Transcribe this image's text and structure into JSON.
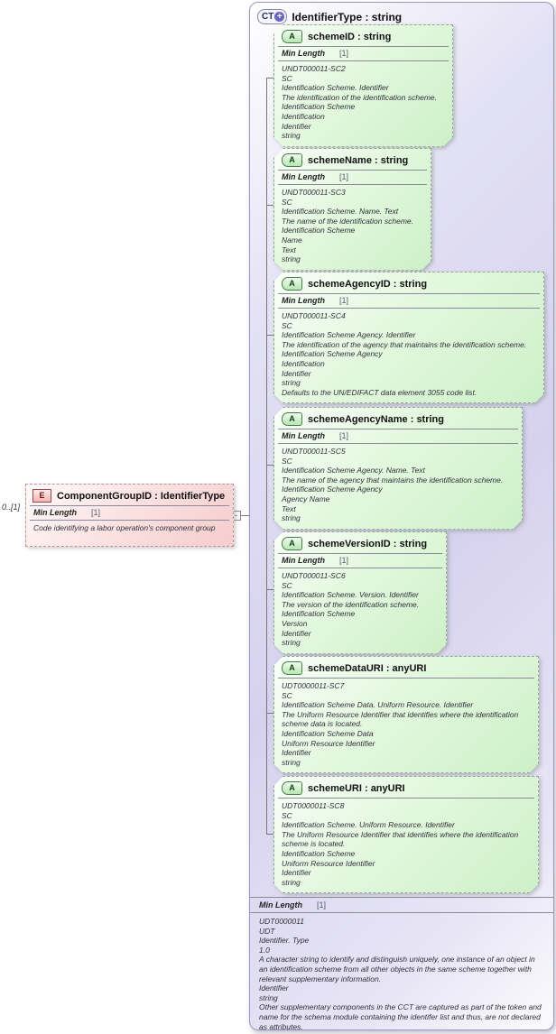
{
  "element": {
    "badge": "E",
    "title": "ComponentGroupID : IdentifierType",
    "cardinality": "0..[1]",
    "facet_name": "Min Length",
    "facet_value": "[1]",
    "annotation": [
      "Code identifying a labor operation's component group"
    ]
  },
  "connector": {
    "toggle": "-"
  },
  "complex_type": {
    "badge": "CT",
    "badge_plus": "+",
    "title": "IdentifierType : string",
    "attribute_badge": "A",
    "attributes": [
      {
        "title": "schemeID : string",
        "facet_name": "Min Length",
        "facet_value": "[1]",
        "annotation": [
          "UNDT000011-SC2",
          "SC",
          "Identification Scheme. Identifier",
          "The identification of the identification scheme.",
          "Identification Scheme",
          "Identification",
          "Identifier",
          "string"
        ]
      },
      {
        "title": "schemeName : string",
        "facet_name": "Min Length",
        "facet_value": "[1]",
        "annotation": [
          "UNDT000011-SC3",
          "SC",
          "Identification Scheme. Name. Text",
          "The name of the identification scheme.",
          "Identification Scheme",
          "Name",
          "Text",
          "string"
        ]
      },
      {
        "title": "schemeAgencyID : string",
        "facet_name": "Min Length",
        "facet_value": "[1]",
        "annotation": [
          "UNDT000011-SC4",
          "SC",
          "Identification Scheme Agency. Identifier",
          "The identification of the agency that maintains the identification scheme.",
          "Identification Scheme Agency",
          "Identification",
          "Identifier",
          "string",
          "Defaults to the UN/EDIFACT data element 3055 code list."
        ]
      },
      {
        "title": "schemeAgencyName : string",
        "facet_name": "Min Length",
        "facet_value": "[1]",
        "annotation": [
          "UNDT000011-SC5",
          "SC",
          "Identification Scheme Agency. Name. Text",
          "The name of the agency that maintains the identification scheme.",
          "Identification Scheme Agency",
          "Agency Name",
          "Text",
          "string"
        ]
      },
      {
        "title": "schemeVersionID : string",
        "facet_name": "Min Length",
        "facet_value": "[1]",
        "annotation": [
          "UNDT000011-SC6",
          "SC",
          "Identification Scheme. Version. Identifier",
          "The version of the identification scheme.",
          "Identification Scheme",
          "Version",
          "Identifier",
          "string"
        ]
      },
      {
        "title": "schemeDataURI : anyURI",
        "annotation": [
          "UDT0000011-SC7",
          "SC",
          "Identification Scheme Data. Uniform Resource. Identifier",
          "The Uniform Resource Identifier that identifies where the identification scheme data is located.",
          "Identification Scheme Data",
          "Uniform Resource Identifier",
          "Identifier",
          "string"
        ]
      },
      {
        "title": "schemeURI : anyURI",
        "annotation": [
          "UDT0000011-SC8",
          "SC",
          "Identification Scheme. Uniform Resource. Identifier",
          "The Uniform Resource Identifier that identifies where the identification scheme is located.",
          "Identification Scheme",
          "Uniform Resource Identifier",
          "Identifier",
          "string"
        ]
      }
    ],
    "facet_name": "Min Length",
    "facet_value": "[1]",
    "annotation": [
      "UDT0000011",
      "UDT",
      "Identifier. Type",
      "1.0",
      "A character string to identify and distinguish uniquely, one instance of an object in an identification scheme from all other objects in the same scheme together with relevant supplementary information.",
      "Identifier",
      "string",
      "Other supplementary components in the CCT are captured as part of the token and name for the schema module containing the identifer list and thus, are not declared as attributes."
    ]
  },
  "colors": {
    "page_bg": "#ffffff",
    "complex_type_fill": "#d6d2ee",
    "complex_type_border": "#9b98c2",
    "attribute_fill": "#d9f4d5",
    "attribute_border": "#98a698",
    "element_fill": "#f5cccc",
    "element_border": "#b39a9a",
    "ct_plus_circle": "#6a66c0",
    "badge_green": "#b9e8b3",
    "badge_pink": "#f2b4b4"
  }
}
